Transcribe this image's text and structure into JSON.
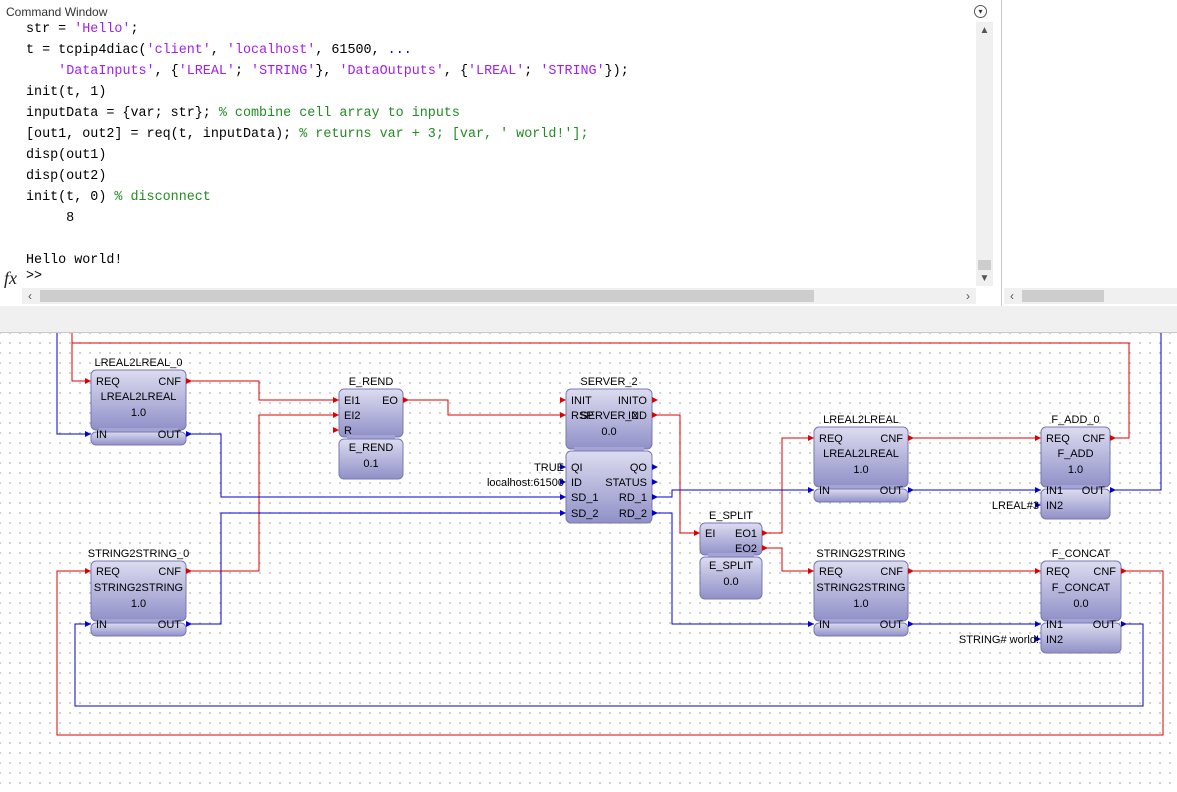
{
  "command_window": {
    "title": "Command Window",
    "menu_icon": "chevron-down-circle-icon",
    "lines": [
      [
        {
          "t": "str = "
        },
        {
          "t": "'Hello'",
          "c": "str"
        },
        {
          "t": ";"
        }
      ],
      [
        {
          "t": "t = tcpip4diac("
        },
        {
          "t": "'client'",
          "c": "str"
        },
        {
          "t": ", "
        },
        {
          "t": "'localhost'",
          "c": "str"
        },
        {
          "t": ", 61500, "
        },
        {
          "t": "...",
          "c": "dots"
        }
      ],
      [
        {
          "t": "    "
        },
        {
          "t": "'DataInputs'",
          "c": "str"
        },
        {
          "t": ", {"
        },
        {
          "t": "'LREAL'",
          "c": "str"
        },
        {
          "t": "; "
        },
        {
          "t": "'STRING'",
          "c": "str"
        },
        {
          "t": "}, "
        },
        {
          "t": "'DataOutputs'",
          "c": "str"
        },
        {
          "t": ", {"
        },
        {
          "t": "'LREAL'",
          "c": "str"
        },
        {
          "t": "; "
        },
        {
          "t": "'STRING'",
          "c": "str"
        },
        {
          "t": "});"
        }
      ],
      [
        {
          "t": "init(t, 1)"
        }
      ],
      [
        {
          "t": "inputData = {var; str}; "
        },
        {
          "t": "% combine cell array to inputs",
          "c": "com"
        }
      ],
      [
        {
          "t": "[out1, out2] = req(t, inputData); "
        },
        {
          "t": "% returns var + 3; [var, ' world!'];",
          "c": "com"
        }
      ],
      [
        {
          "t": "disp(out1)"
        }
      ],
      [
        {
          "t": "disp(out2)"
        }
      ],
      [
        {
          "t": "init(t, 0) "
        },
        {
          "t": "% disconnect",
          "c": "com"
        }
      ],
      [
        {
          "t": "     8"
        }
      ],
      [
        {
          "t": ""
        }
      ],
      [
        {
          "t": "Hello world!"
        }
      ]
    ],
    "fx_label": "fx",
    "prompt": ">>"
  },
  "colors": {
    "string": "#a020f0",
    "comment": "#228b22",
    "continuation": "#0000ff",
    "event_wire": "#e00000",
    "data_wire": "#0000d0",
    "block_fill_top": "#dcdcf0",
    "block_fill_bottom": "#9090c8"
  },
  "diagram": {
    "blocks": [
      {
        "id": "LREAL2LREAL_0",
        "title": "LREAL2LREAL_0",
        "type": "LREAL2LREAL",
        "version": "1.0",
        "ev_in": [
          "REQ"
        ],
        "ev_out": [
          "CNF"
        ],
        "data_in": [
          "IN"
        ],
        "data_out": [
          "OUT"
        ]
      },
      {
        "id": "E_REND",
        "title": "E_REND",
        "type": "E_REND",
        "version": "0.1",
        "ev_in": [
          "EI1",
          "EI2",
          "R"
        ],
        "ev_out": [
          "EO"
        ],
        "data_in": [],
        "data_out": []
      },
      {
        "id": "SERVER_2",
        "title": "SERVER_2",
        "type": "SERVER_2",
        "version": "0.0",
        "ev_in": [
          "INIT",
          "RSP"
        ],
        "ev_out": [
          "INITO",
          "IND"
        ],
        "data_in": [
          "QI",
          "ID",
          "SD_1",
          "SD_2"
        ],
        "data_out": [
          "QO",
          "STATUS",
          "RD_1",
          "RD_2"
        ]
      },
      {
        "id": "E_SPLIT",
        "title": "E_SPLIT",
        "type": "E_SPLIT",
        "version": "0.0",
        "ev_in": [
          "EI"
        ],
        "ev_out": [
          "EO1",
          "EO2"
        ],
        "data_in": [],
        "data_out": []
      },
      {
        "id": "LREAL2LREAL",
        "title": "LREAL2LREAL",
        "type": "LREAL2LREAL",
        "version": "1.0",
        "ev_in": [
          "REQ"
        ],
        "ev_out": [
          "CNF"
        ],
        "data_in": [
          "IN"
        ],
        "data_out": [
          "OUT"
        ]
      },
      {
        "id": "F_ADD_0",
        "title": "F_ADD_0",
        "type": "F_ADD",
        "version": "1.0",
        "ev_in": [
          "REQ"
        ],
        "ev_out": [
          "CNF"
        ],
        "data_in": [
          "IN1",
          "IN2"
        ],
        "data_out": [
          "OUT"
        ]
      },
      {
        "id": "STRING2STRING_0",
        "title": "STRING2STRING_0",
        "type": "STRING2STRING",
        "version": "1.0",
        "ev_in": [
          "REQ"
        ],
        "ev_out": [
          "CNF"
        ],
        "data_in": [
          "IN"
        ],
        "data_out": [
          "OUT"
        ]
      },
      {
        "id": "STRING2STRING",
        "title": "STRING2STRING",
        "type": "STRING2STRING",
        "version": "1.0",
        "ev_in": [
          "REQ"
        ],
        "ev_out": [
          "CNF"
        ],
        "data_in": [
          "IN"
        ],
        "data_out": [
          "OUT"
        ]
      },
      {
        "id": "F_CONCAT",
        "title": "F_CONCAT",
        "type": "F_CONCAT",
        "version": "0.0",
        "ev_in": [
          "REQ"
        ],
        "ev_out": [
          "CNF"
        ],
        "data_in": [
          "IN1",
          "IN2"
        ],
        "data_out": [
          "OUT"
        ]
      }
    ],
    "parameters": {
      "SERVER_2.QI": "TRUE",
      "SERVER_2.ID": "localhost:61500",
      "F_ADD_0.IN2": "LREAL#3",
      "F_CONCAT.IN2": "STRING# world!"
    }
  }
}
